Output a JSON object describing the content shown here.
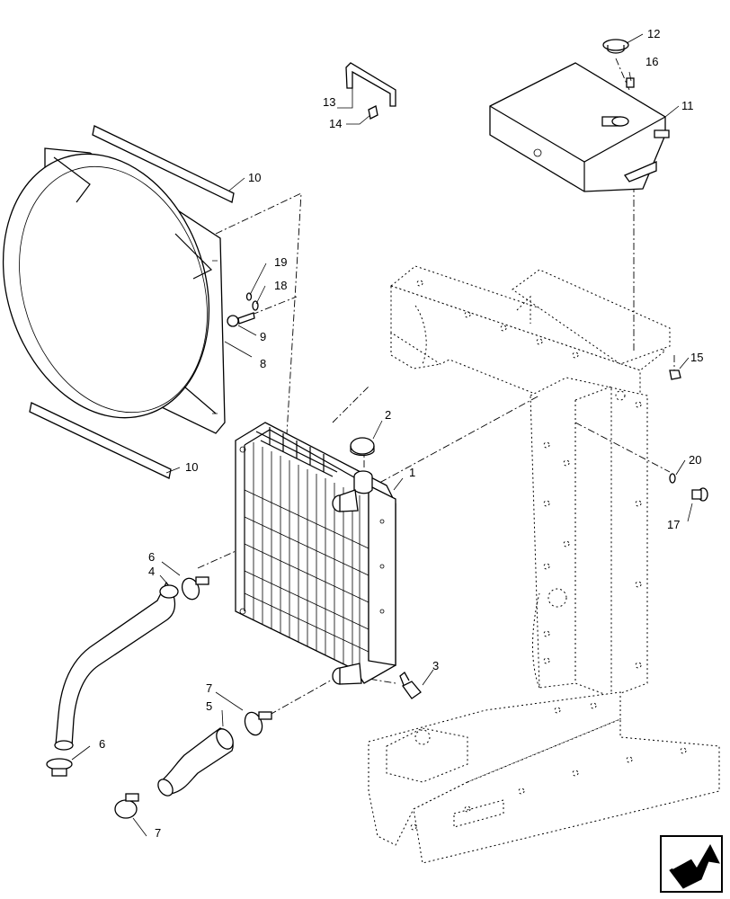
{
  "callouts": {
    "c1": "1",
    "c2": "2",
    "c3": "3",
    "c4": "4",
    "c5": "5",
    "c6a": "6",
    "c6b": "6",
    "c7a": "7",
    "c7b": "7",
    "c8": "8",
    "c9": "9",
    "c10a": "10",
    "c10b": "10",
    "c11": "11",
    "c12": "12",
    "c13": "13",
    "c14": "14",
    "c15": "15",
    "c16": "16",
    "c17": "17",
    "c18": "18",
    "c19": "19",
    "c20": "20"
  },
  "icons": {
    "navigation": "next-page-arrow-icon"
  }
}
